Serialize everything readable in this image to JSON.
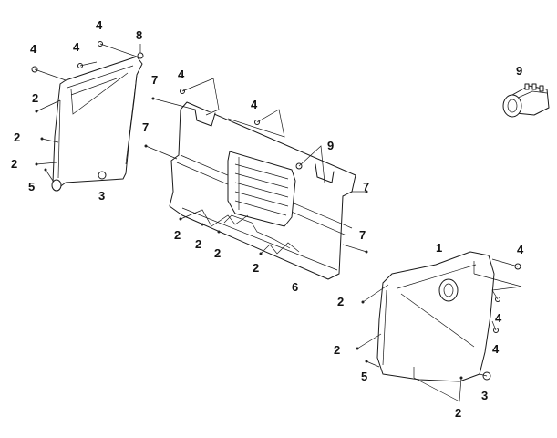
{
  "diagram": {
    "callouts": [
      {
        "id": "c4a",
        "label": "4"
      },
      {
        "id": "c8",
        "label": "8"
      },
      {
        "id": "c4b",
        "label": "4"
      },
      {
        "id": "c4c",
        "label": "4"
      },
      {
        "id": "c7a",
        "label": "7"
      },
      {
        "id": "c4d",
        "label": "4"
      },
      {
        "id": "c9a",
        "label": "9"
      },
      {
        "id": "c4e",
        "label": "4"
      },
      {
        "id": "c2a",
        "label": "2"
      },
      {
        "id": "c7b",
        "label": "7"
      },
      {
        "id": "c9b",
        "label": "9"
      },
      {
        "id": "c2b",
        "label": "2"
      },
      {
        "id": "c2c",
        "label": "2"
      },
      {
        "id": "c5a",
        "label": "5"
      },
      {
        "id": "c3a",
        "label": "3"
      },
      {
        "id": "c7c",
        "label": "7"
      },
      {
        "id": "c2d",
        "label": "2"
      },
      {
        "id": "c2e",
        "label": "2"
      },
      {
        "id": "c2f",
        "label": "2"
      },
      {
        "id": "c7d",
        "label": "7"
      },
      {
        "id": "c1",
        "label": "1"
      },
      {
        "id": "c4f",
        "label": "4"
      },
      {
        "id": "c2g",
        "label": "2"
      },
      {
        "id": "c6",
        "label": "6"
      },
      {
        "id": "c2h",
        "label": "2"
      },
      {
        "id": "c4g",
        "label": "4"
      },
      {
        "id": "c4h",
        "label": "4"
      },
      {
        "id": "c2i",
        "label": "2"
      },
      {
        "id": "c5b",
        "label": "5"
      },
      {
        "id": "c3b",
        "label": "3"
      },
      {
        "id": "c2j",
        "label": "2"
      }
    ]
  }
}
